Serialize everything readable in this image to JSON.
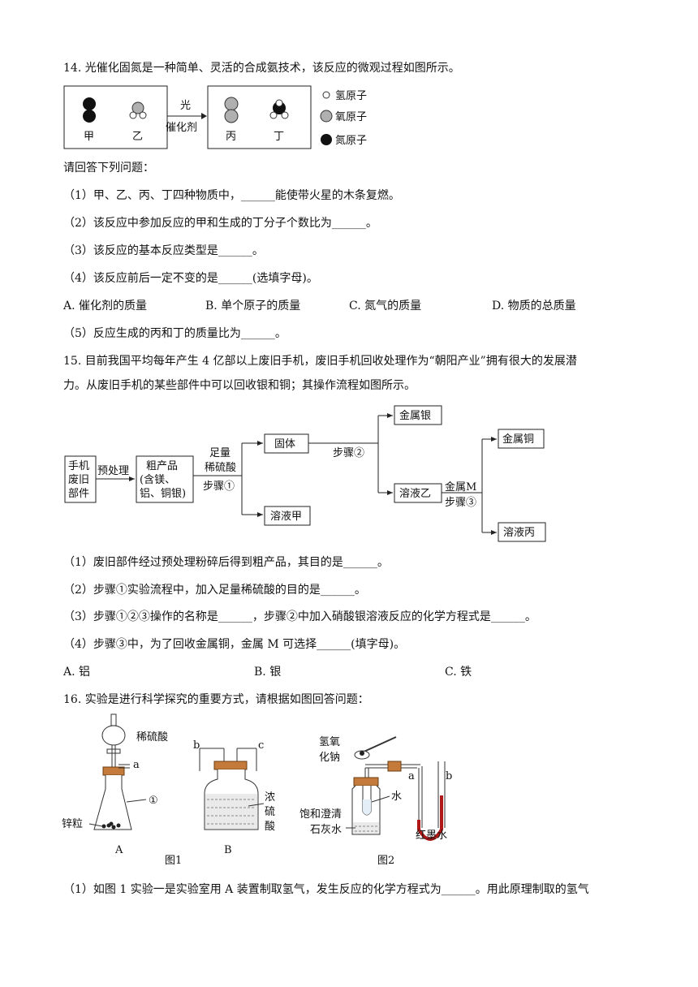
{
  "q14": {
    "stem": "14. 光催化固氮是一种简单、灵活的合成氨技术，该反应的微观过程如图所示。",
    "diagram": {
      "jia": "甲",
      "yi": "乙",
      "bing": "丙",
      "ding": "丁",
      "cond_top": "光",
      "cond_bottom": "催化剂",
      "legend_h": "氢原子",
      "legend_o": "氧原子",
      "legend_n": "氮原子"
    },
    "prompt": "请回答下列问题：",
    "q1": "（1）甲、乙、丙、丁四种物质中，______能使带火星的木条复燃。",
    "q2": "（2）该反应中参加反应的甲和生成的丁分子个数比为______。",
    "q3": "（3）该反应的基本反应类型是______。",
    "q4": "（4）该反应前后一定不变的是______(选填字母)。",
    "options": [
      "A. 催化剂的质量",
      "B. 单个原子的质量",
      "C. 氮气的质量",
      "D. 物质的总质量"
    ],
    "q5": "（5）反应生成的丙和丁的质量比为______。"
  },
  "q15": {
    "stem1": "15. 目前我国平均每年产生 4 亿部以上废旧手机，废旧手机回收处理作为“朝阳产业”拥有很大的发展潜",
    "stem2": "力。从废旧手机的某些部件中可以回收银和铜；其操作流程如图所示。",
    "flow": {
      "start1": "手机",
      "start2": "废旧",
      "start3": "部件",
      "pre": "预处理",
      "crude1": "粗产品",
      "crude2": "(含镁、",
      "crude3": "铝、铜银)",
      "acid1": "足量",
      "acid2": "稀硫酸",
      "step1": "步骤①",
      "solid": "固体",
      "step2": "步骤②",
      "sol_jia": "溶液甲",
      "silver": "金属银",
      "sol_yi": "溶液乙",
      "metal_m": "金属M",
      "step3": "步骤③",
      "copper": "金属铜",
      "sol_bing": "溶液丙"
    },
    "q1": "（1）废旧部件经过预处理粉碎后得到粗产品，其目的是______。",
    "q2": "（2）步骤①实验流程中，加入足量稀硫酸的目的是______。",
    "q3": "（3）步骤①②③操作的名称是______，步骤②中加入硝酸银溶液反应的化学方程式是______。",
    "q4": "（4）步骤③中，为了回收金属铜，金属 M 可选择______(填字母)。",
    "options": [
      "A. 铝",
      "B. 银",
      "C. 铁"
    ]
  },
  "q16": {
    "stem": "16. 实验是进行科学探究的重要方式，请根据如图回答问题：",
    "fig": {
      "acid": "稀硫酸",
      "a": "a",
      "zinc": "锌粒",
      "circle1": "①",
      "label_a": "A",
      "b": "b",
      "c": "c",
      "conc1": "浓",
      "conc2": "硫",
      "conc3": "酸",
      "label_b": "B",
      "fig1": "图1",
      "naoh1": "氢氧",
      "naoh2": "化钠",
      "water": "水",
      "lime1": "饱和澄清",
      "lime2": "石灰水",
      "ua": "a",
      "ub": "b",
      "ink": "红墨水",
      "fig2": "图2"
    },
    "q1": "（1）如图 1 实验一是实验室用 A 装置制取氢气，发生反应的化学方程式为______。用此原理制取的氢气"
  }
}
